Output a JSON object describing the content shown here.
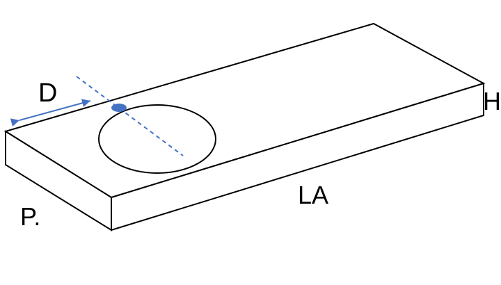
{
  "labels": {
    "depth_marker": "D",
    "height": "H",
    "length": "LA",
    "width": "P."
  },
  "colors": {
    "outline": "#000000",
    "accent": "#4472C4",
    "background": "#ffffff"
  }
}
